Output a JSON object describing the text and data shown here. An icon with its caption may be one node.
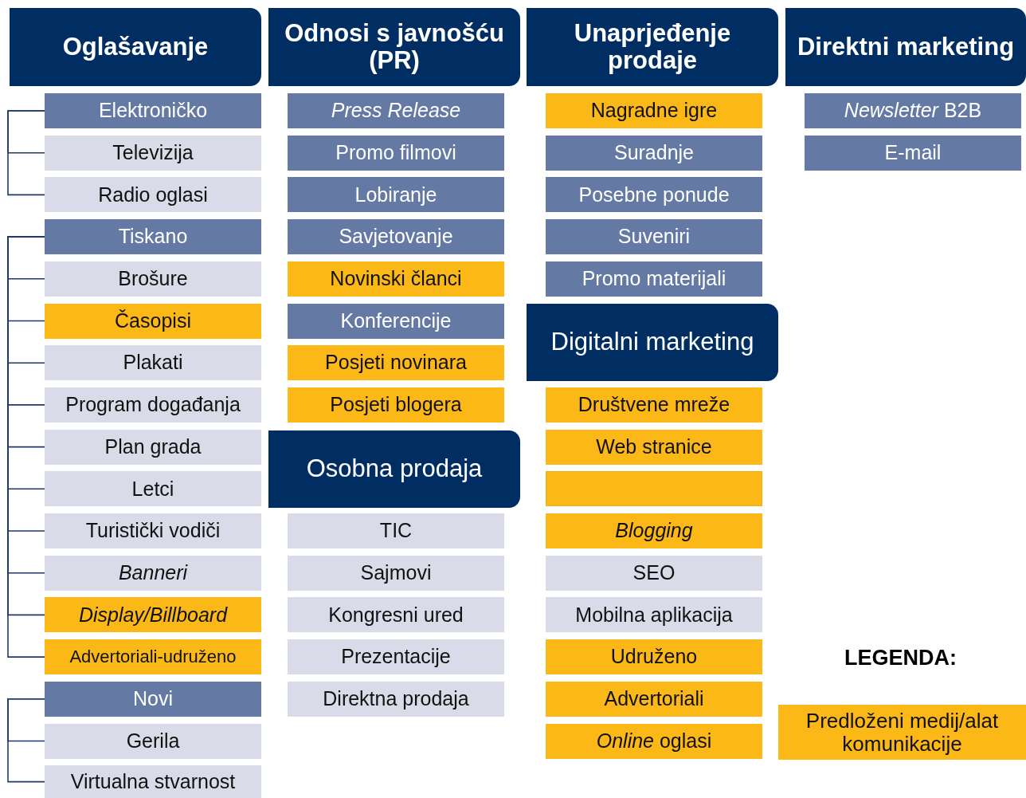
{
  "diagram": {
    "nodes": [
      {
        "text": [
          "Oglašavanje"
        ]
      },
      {
        "text": [
          "Elektroničko"
        ]
      },
      {
        "text": [
          "Televizija"
        ]
      },
      {
        "text": [
          "Radio oglasi"
        ]
      },
      {
        "text": [
          "Tiskano"
        ]
      },
      {
        "text": [
          "Brošure"
        ]
      },
      {
        "text": [
          "Časopisi"
        ]
      },
      {
        "text": [
          "Plakati"
        ]
      },
      {
        "text": [
          "Program događanja"
        ]
      },
      {
        "text": [
          "Plan grada"
        ]
      },
      {
        "text": [
          "Letci"
        ]
      },
      {
        "text": [
          "Turistički vodiči"
        ]
      },
      {
        "text": [
          "Banneri"
        ]
      },
      {
        "text": [
          "Display/Billboard"
        ]
      },
      {
        "text": [
          "Advertoriali-udruženo"
        ]
      },
      {
        "text": [
          "Novi"
        ]
      },
      {
        "text": [
          "Gerila"
        ]
      },
      {
        "text": [
          "Virtualna stvarnost"
        ]
      },
      {
        "text": [
          "Odnosi s javnošću (PR)"
        ]
      },
      {
        "text": [
          "Press Release"
        ]
      },
      {
        "text": [
          "Promo filmovi"
        ]
      },
      {
        "text": [
          "Lobiranje"
        ]
      },
      {
        "text": [
          "Savjetovanje"
        ]
      },
      {
        "text": [
          "Novinski članci"
        ]
      },
      {
        "text": [
          "Konferencije"
        ]
      },
      {
        "text": [
          "Posjeti novinara"
        ]
      },
      {
        "text": [
          "Posjeti blogera"
        ]
      },
      {
        "text": [
          "Osobna prodaja"
        ]
      },
      {
        "text": [
          "TIC"
        ]
      },
      {
        "text": [
          "Sajmovi"
        ]
      },
      {
        "text": [
          "Kongresni ured"
        ]
      },
      {
        "text": [
          "Prezentacije"
        ]
      },
      {
        "text": [
          "Direktna prodaja"
        ]
      },
      {
        "text": [
          "Unaprjeđenje prodaje"
        ]
      },
      {
        "text": [
          "Nagradne igre"
        ]
      },
      {
        "text": [
          "Suradnje"
        ]
      },
      {
        "text": [
          "Posebne ponude"
        ]
      },
      {
        "text": [
          "Suveniri"
        ]
      },
      {
        "text": [
          "Promo materijali"
        ]
      },
      {
        "text": [
          "Digitalni marketing"
        ]
      },
      {
        "text": [
          "Društvene mreže"
        ]
      },
      {
        "text": [
          "Web stranice"
        ]
      },
      {
        "text": [],
        "shape": "box"
      },
      {
        "text": [
          "Blogging"
        ]
      },
      {
        "text": [
          "SEO"
        ]
      },
      {
        "text": [
          "Mobilna aplikacija"
        ]
      },
      {
        "text": [
          "Udruženo"
        ]
      },
      {
        "text": [
          "Advertoriali"
        ]
      },
      {
        "text": [
          "*Online* oglasi"
        ]
      },
      {
        "text": [
          "Direktni marketing"
        ]
      },
      {
        "text": [
          "*Newsletter* B2B"
        ]
      },
      {
        "text": [
          "E-mail"
        ]
      }
    ],
    "edges": [
      {
        "from": 1,
        "to": 2,
        "arrow": "none"
      },
      {
        "from": 1,
        "to": 3,
        "arrow": "none"
      },
      {
        "from": 4,
        "to": 5,
        "arrow": "none"
      },
      {
        "from": 4,
        "to": 6,
        "arrow": "none"
      },
      {
        "from": 4,
        "to": 7,
        "arrow": "none"
      },
      {
        "from": 4,
        "to": 8,
        "arrow": "none"
      },
      {
        "from": 4,
        "to": 9,
        "arrow": "none"
      },
      {
        "from": 4,
        "to": 10,
        "arrow": "none"
      },
      {
        "from": 4,
        "to": 11,
        "arrow": "none"
      },
      {
        "from": 4,
        "to": 12,
        "arrow": "none"
      },
      {
        "from": 4,
        "to": 13,
        "arrow": "none"
      },
      {
        "from": 4,
        "to": 14,
        "arrow": "none"
      },
      {
        "from": 15,
        "to": 16,
        "arrow": "none"
      },
      {
        "from": 15,
        "to": 17,
        "arrow": "none"
      }
    ],
    "labels": [
      "LEGENDA:"
    ],
    "legend": [
      {
        "text": "Predloženi medij/alat komunikacije",
        "color": "#fbb817"
      }
    ]
  }
}
